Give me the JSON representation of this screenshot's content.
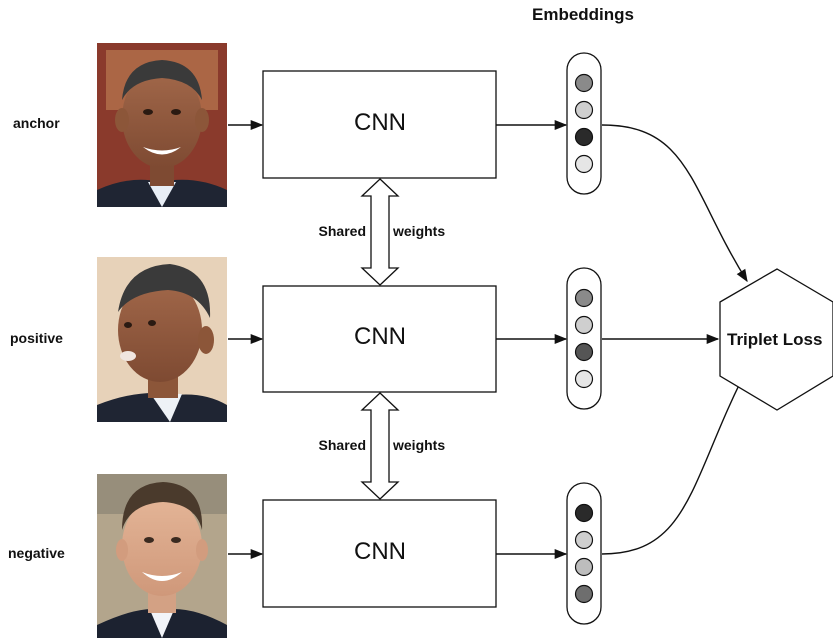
{
  "title": "Embeddings",
  "rows": [
    {
      "label": "anchor",
      "cnn": "CNN",
      "embedding": [
        "#8a8a8a",
        "#cfcfcf",
        "#2a2a2a",
        "#e6e6e6"
      ]
    },
    {
      "label": "positive",
      "cnn": "CNN",
      "embedding": [
        "#8a8a8a",
        "#cfcfcf",
        "#555555",
        "#e6e6e6"
      ]
    },
    {
      "label": "negative",
      "cnn": "CNN",
      "embedding": [
        "#2a2a2a",
        "#cfcfcf",
        "#bdbdbd",
        "#6e6e6e"
      ]
    }
  ],
  "shared_weights": {
    "left": "Shared",
    "right": "weights"
  },
  "loss": "Triplet Loss"
}
